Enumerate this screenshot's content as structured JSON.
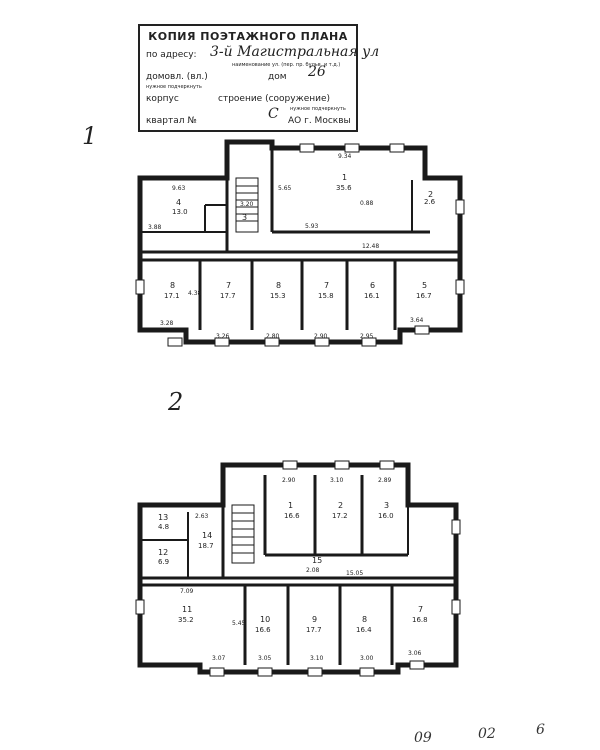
{
  "stamp": {
    "title": "КОПИЯ ПОЭТАЖНОГО ПЛАНА",
    "address_label": "по адресу:",
    "address_hand": "3-й Магистральная ул",
    "address_hint": "наименование ул. (пер. пр. бульв. и т.д.)",
    "house_label": "домовл. (вл.)",
    "house_hint": "нужное подчеркнуть",
    "dom_label": "дом",
    "dom_value": "26",
    "korpus_label": "корпус",
    "stroenie_label": "строение (сооружение)",
    "stroenie_hint": "нужное подчеркнуть",
    "kvartal_label": "квартал №",
    "kvartal_hand": "С",
    "ao_label": "АО г. Москвы"
  },
  "floors": [
    {
      "marker": "1",
      "rooms": [
        {
          "num": "1",
          "area": "35.6"
        },
        {
          "num": "2",
          "area": "2.6"
        },
        {
          "num": "3",
          "area": ""
        },
        {
          "num": "4",
          "area": "13.0"
        },
        {
          "num": "5",
          "area": "16.7"
        },
        {
          "num": "6",
          "area": "16.1"
        },
        {
          "num": "7",
          "area": "15.8"
        },
        {
          "num": "8",
          "area": "15.3"
        },
        {
          "num": "7",
          "area": "17.7"
        },
        {
          "num": "8",
          "area": "17.1"
        }
      ],
      "dims": [
        "9.34",
        "5.65",
        "9.63",
        "3.88",
        "3.20",
        "5.93",
        "12.48",
        "0.88",
        "4.38",
        "3.28",
        "3.26",
        "2.80",
        "2.90",
        "2.95",
        "3.64"
      ]
    },
    {
      "marker": "2",
      "rooms": [
        {
          "num": "1",
          "area": "16.6"
        },
        {
          "num": "2",
          "area": "17.2"
        },
        {
          "num": "3",
          "area": "16.0"
        },
        {
          "num": "14",
          "area": "18.7"
        },
        {
          "num": "13",
          "area": "4.8"
        },
        {
          "num": "12",
          "area": "6.9"
        },
        {
          "num": "11",
          "area": "35.2"
        },
        {
          "num": "10",
          "area": "16.6"
        },
        {
          "num": "9",
          "area": "17.7"
        },
        {
          "num": "8",
          "area": "16.4"
        },
        {
          "num": "7",
          "area": "16.8"
        },
        {
          "num": "15",
          "area": ""
        }
      ],
      "dims": [
        "2.90",
        "3.10",
        "2.89",
        "2.63",
        "7.09",
        "15.05",
        "2.08",
        "5.45",
        "3.05",
        "3.10",
        "3.00",
        "3.06",
        "3.07"
      ]
    }
  ],
  "footer": {
    "a": "09",
    "b": "02",
    "c": "6"
  }
}
